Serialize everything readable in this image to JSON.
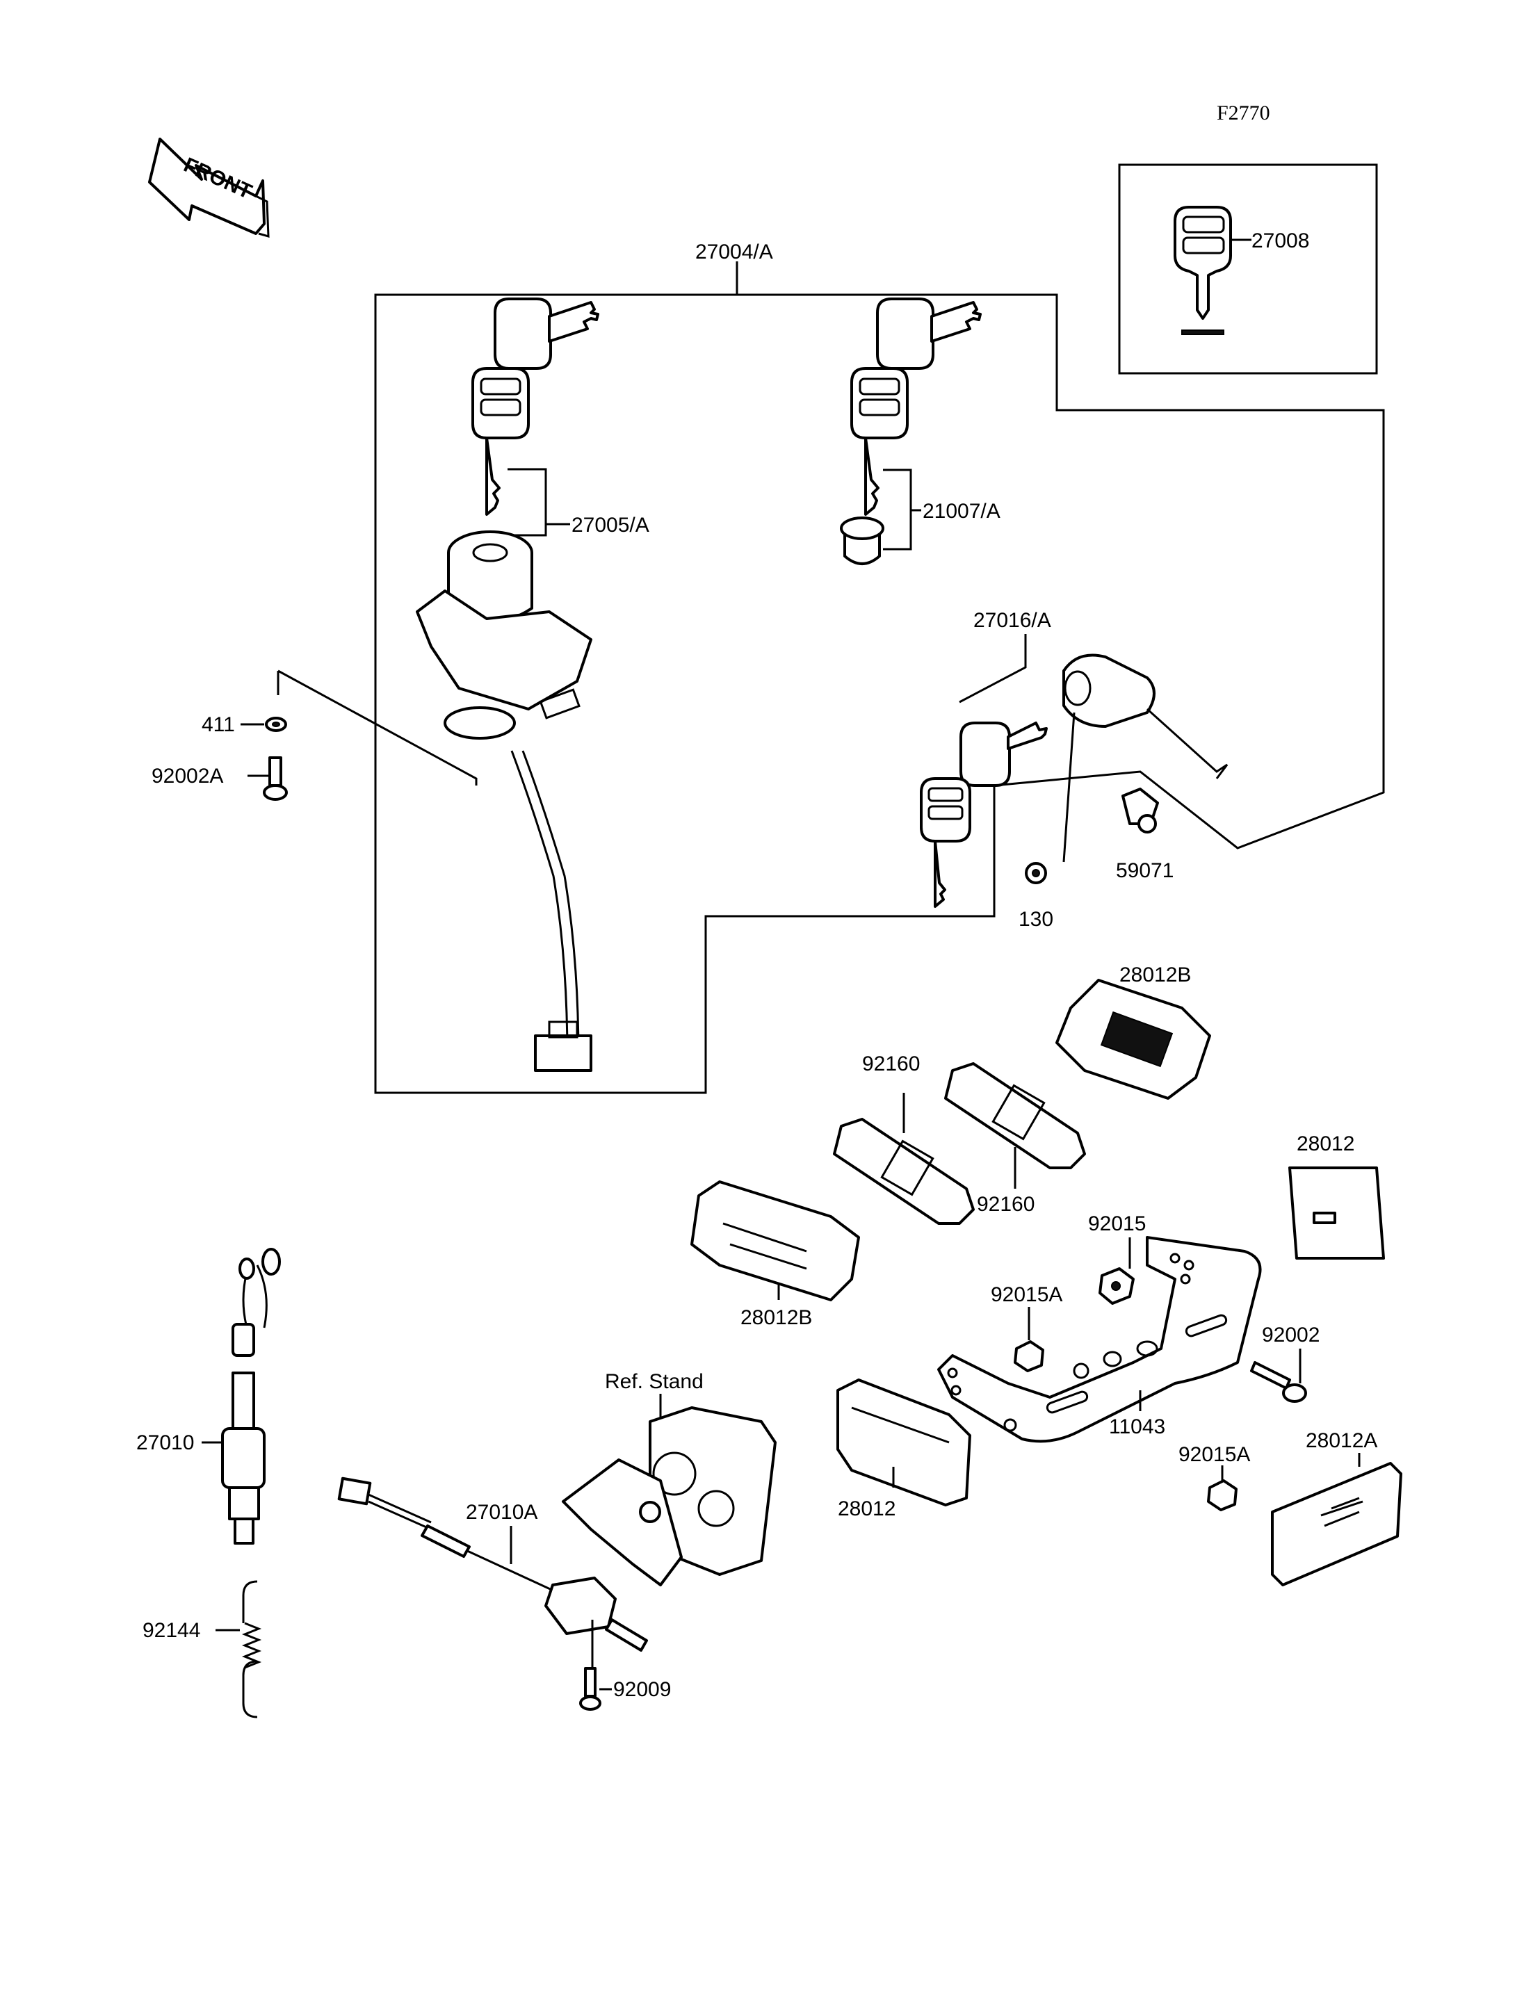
{
  "figure_code": "F2770",
  "front_label": "FRONT",
  "ref_stand_label": "Ref. Stand",
  "callouts": {
    "p27004A": "27004/A",
    "p27008": "27008",
    "p27005A": "27005/A",
    "p21007A": "21007/A",
    "p27016A": "27016/A",
    "p411": "411",
    "p92002A": "92002A",
    "p59071": "59071",
    "p130": "130",
    "p28012B_top": "28012B",
    "p92160_a": "92160",
    "p92160_b": "92160",
    "p28012_right": "28012",
    "p92015": "92015",
    "p92015A_a": "92015A",
    "p28012B_bottom": "28012B",
    "p92002": "92002",
    "p11043": "11043",
    "p28012_bottom": "28012",
    "p92015A_b": "92015A",
    "p28012A": "28012A",
    "p27010": "27010",
    "p27010A": "27010A",
    "p92144": "92144",
    "p92009": "92009"
  }
}
